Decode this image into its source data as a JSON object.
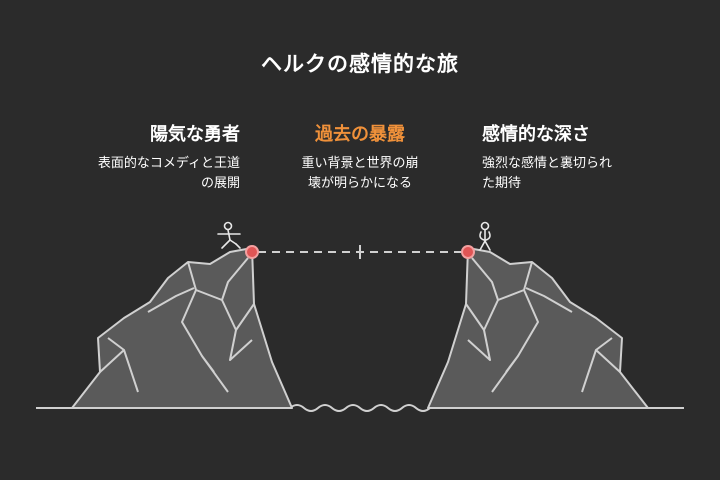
{
  "title": "ヘルクの感情的な旅",
  "sections": [
    {
      "heading": "陽気な勇者",
      "lines": [
        "表面的なコメディと王道",
        "の展開"
      ]
    },
    {
      "heading": "過去の暴露",
      "lines": [
        "重い背景と世界の崩",
        "壊が明らかになる"
      ]
    },
    {
      "heading": "感情的な深さ",
      "lines": [
        "強烈な感情と裏切られ",
        "た期待"
      ]
    }
  ],
  "colors": {
    "background": "#2b2b2b",
    "text": "#ffffff",
    "accent": "#f0913a",
    "cliff_fill": "#5a5a5a",
    "line": "#d0d0d0",
    "marker": "#e05555"
  },
  "icons": [
    "stick-figure-walking-icon",
    "stick-figure-standing-icon"
  ]
}
